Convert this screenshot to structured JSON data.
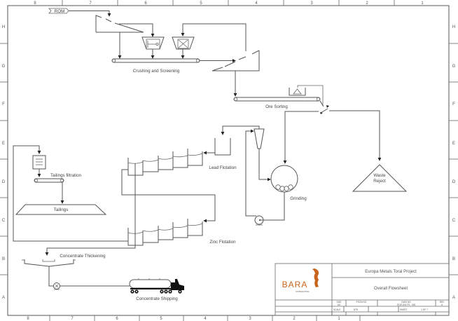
{
  "border": {
    "columns": [
      "8",
      "7",
      "6",
      "5",
      "4",
      "3",
      "2",
      "1"
    ],
    "rows": [
      "H",
      "G",
      "F",
      "E",
      "D",
      "C",
      "B",
      "A"
    ]
  },
  "labels": {
    "rom": "ROM",
    "crushing": "Crushing and Screening",
    "ore_sorting": "Ore Sorting",
    "waste_reject_1": "Waste",
    "waste_reject_2": "Reject",
    "grinding": "Grinding",
    "lead_flotation": "Lead Flotation",
    "zinc_flotation": "Zinc Flotation",
    "tailings_filtration": "Tailings filtration",
    "tailings": "Tailings",
    "concentrate_thickening": "Concentrate Thickening",
    "concentrate_shipping": "Concentrate Shipping"
  },
  "title_block": {
    "logo_text": "BARA",
    "logo_sub": "CONSULTING",
    "brand_color": "#c8641e",
    "project": "Europa Metals Toral Project",
    "drawing_title": "Overall Flowsheet",
    "size_label": "SIZE",
    "size_value": "A3",
    "fscm_label": "FSCM NO",
    "fscm_value": "",
    "dwg_label": "DWG NO",
    "dwg_value": "2019-204 FS - 000",
    "rev_label": "REV",
    "rev_value": "A",
    "scale_label": "SCALE",
    "scale_value": "NTS",
    "sheet_label": "SHEET",
    "sheet_value": "1 OF 7"
  }
}
